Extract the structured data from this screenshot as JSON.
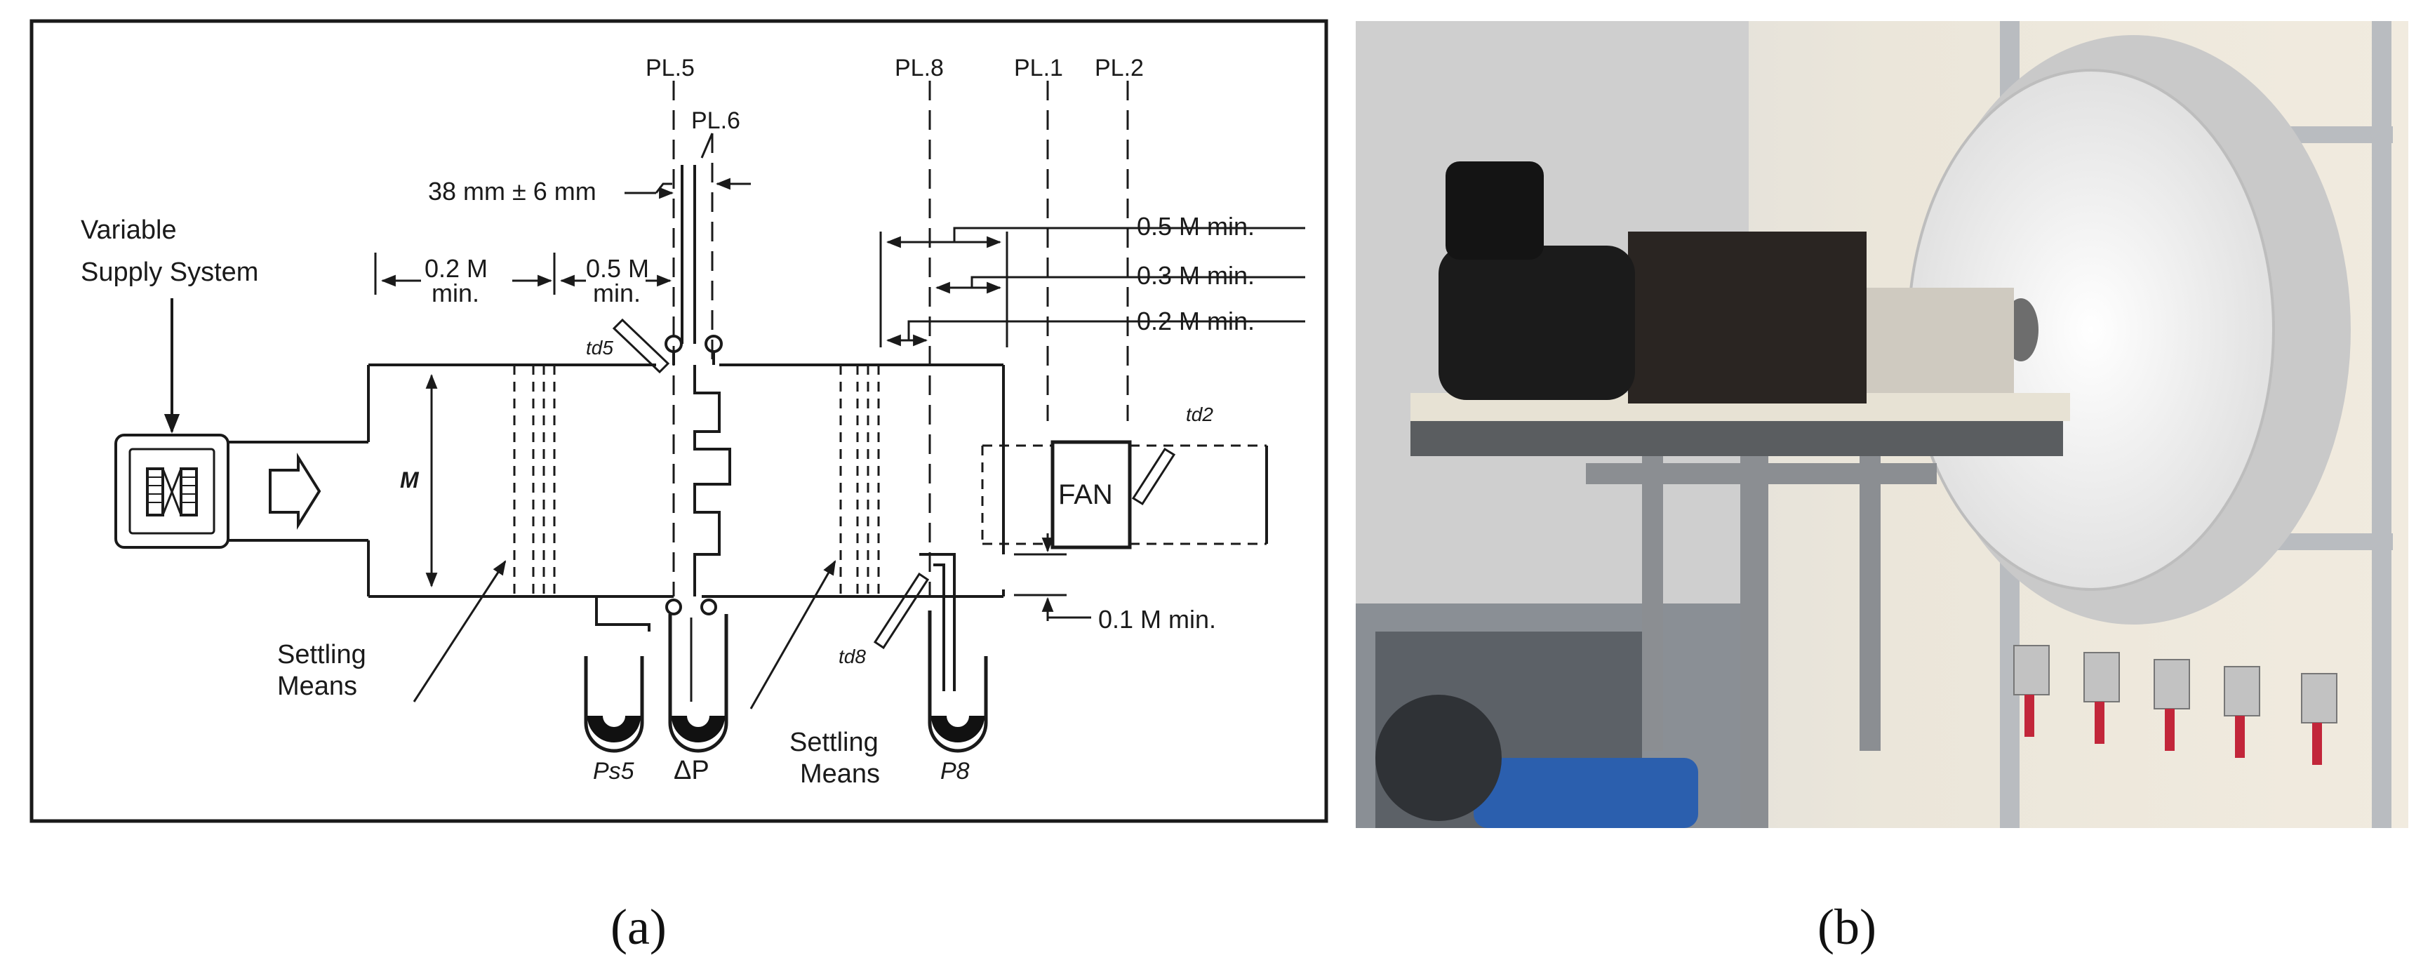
{
  "figure": {
    "panel_a": {
      "label": "(a)",
      "supply": {
        "line1": "Variable",
        "line2": "Supply System"
      },
      "planes": {
        "pl5": "PL.5",
        "pl6": "PL.6",
        "pl8": "PL.8",
        "pl1": "PL.1",
        "pl2": "PL.2"
      },
      "gap": "38 mm ± 6 mm",
      "dims": {
        "d02_top": "0.2 M",
        "d02_bot": "min.",
        "d05_top": "0.5 M",
        "d05_bot": "min.",
        "r05": "0.5 M min.",
        "r03": "0.3 M min.",
        "r02": "0.2 M min.",
        "r01": "0.1 M min."
      },
      "duct_height": "M",
      "fan": "FAN",
      "settling_left": {
        "line1": "Settling",
        "line2": "Means"
      },
      "settling_right": {
        "line1": "Settling",
        "line2": "Means"
      },
      "sensors": {
        "td5": "td5",
        "td2": "td2",
        "td8": "td8"
      },
      "manometers": {
        "ps5": "Ps5",
        "dp": "ΔP",
        "p8": "P8"
      }
    },
    "panel_b": {
      "label": "(b)",
      "photo_description": "fan test rig with motor and large white impeller housing"
    },
    "colors": {
      "line": "#1a1a1a",
      "frame": "#2b2b2b",
      "wall": "#e9e4d8",
      "motor": "#1c1c1c",
      "housing": "#f2f2f2"
    }
  }
}
